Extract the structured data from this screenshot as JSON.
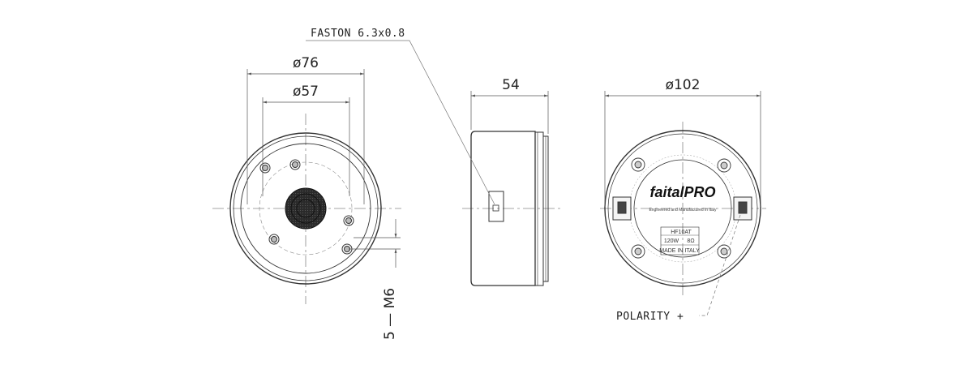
{
  "drawing": {
    "front_view": {
      "dim_outer": "ø76",
      "dim_inner": "ø57",
      "thread_note": "5 — M6"
    },
    "side_view": {
      "dim_depth": "54",
      "connector_note": "FASTON 6.3x0.8"
    },
    "rear_view": {
      "dim_diameter": "ø102",
      "polarity_note": "POLARITY +",
      "brand_logo": "faitalPRO",
      "label_model": "HF10AT",
      "label_power": "120W",
      "label_impedance": "8Ω",
      "label_origin": "MADE IN ITALY",
      "label_tagline": "Engineered and Manufactured in Italy"
    }
  }
}
